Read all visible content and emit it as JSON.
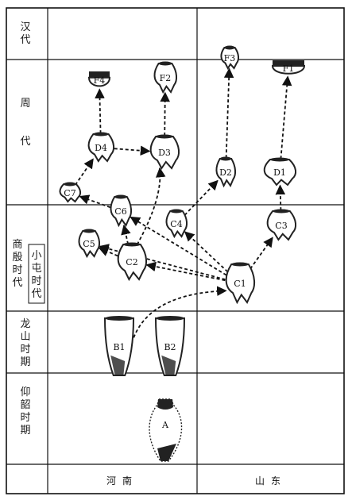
{
  "periods": [
    {
      "id": "han",
      "label": "汉代"
    },
    {
      "id": "zhou",
      "label": "周代"
    },
    {
      "id": "shang",
      "label": "商殷时代",
      "sub_label": "小屯时代"
    },
    {
      "id": "longshan",
      "label": "龙山时期"
    },
    {
      "id": "yangshao",
      "label": "仰韶时期"
    }
  ],
  "regions": [
    {
      "id": "henan",
      "label": "河南"
    },
    {
      "id": "shandong",
      "label": "山东"
    }
  ],
  "vessels": [
    "A",
    "B1",
    "B2",
    "C1",
    "C2",
    "C3",
    "C4",
    "C5",
    "C6",
    "C7",
    "D1",
    "D2",
    "D3",
    "D4",
    "F1",
    "F2",
    "F3",
    "F4"
  ],
  "edges": [
    [
      "B1",
      "C1"
    ],
    [
      "C1",
      "C2"
    ],
    [
      "C1",
      "C3"
    ],
    [
      "C1",
      "C4"
    ],
    [
      "C1",
      "C5"
    ],
    [
      "C1",
      "C6"
    ],
    [
      "C2",
      "C5"
    ],
    [
      "C2",
      "C6"
    ],
    [
      "C2",
      "D3"
    ],
    [
      "C4",
      "D2"
    ],
    [
      "C3",
      "D1"
    ],
    [
      "C6",
      "C7"
    ],
    [
      "C7",
      "D4"
    ],
    [
      "D4",
      "D3"
    ],
    [
      "D4",
      "F4"
    ],
    [
      "D3",
      "F2"
    ],
    [
      "D2",
      "F3"
    ],
    [
      "D1",
      "F1"
    ]
  ],
  "colors": {
    "line": "#111111",
    "vessel_fill": "#ffffff",
    "vessel_dark": "#222222",
    "background": "#ffffff"
  }
}
